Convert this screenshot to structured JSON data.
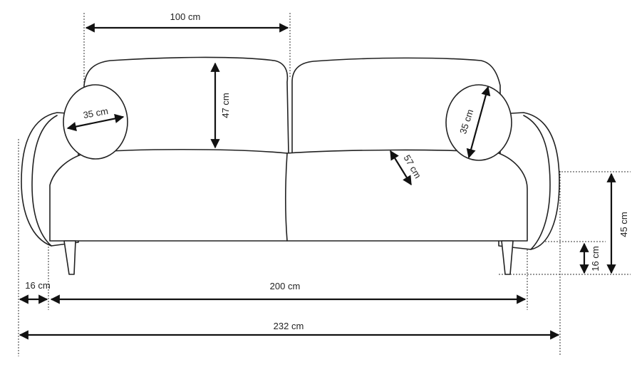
{
  "title": "Sofa dimensions",
  "dimensions": {
    "backrest_width": "100 cm",
    "backrest_height": "47 cm",
    "left_cushion_diameter": "35 cm",
    "right_cushion_diameter": "35 cm",
    "seat_depth": "57 cm",
    "total_height": "45 cm",
    "leg_height": "16 cm",
    "armrest_width": "16 cm",
    "seat_width": "200 cm",
    "total_width": "232 cm"
  },
  "colors": {
    "line": "#222222",
    "background": "#ffffff"
  }
}
